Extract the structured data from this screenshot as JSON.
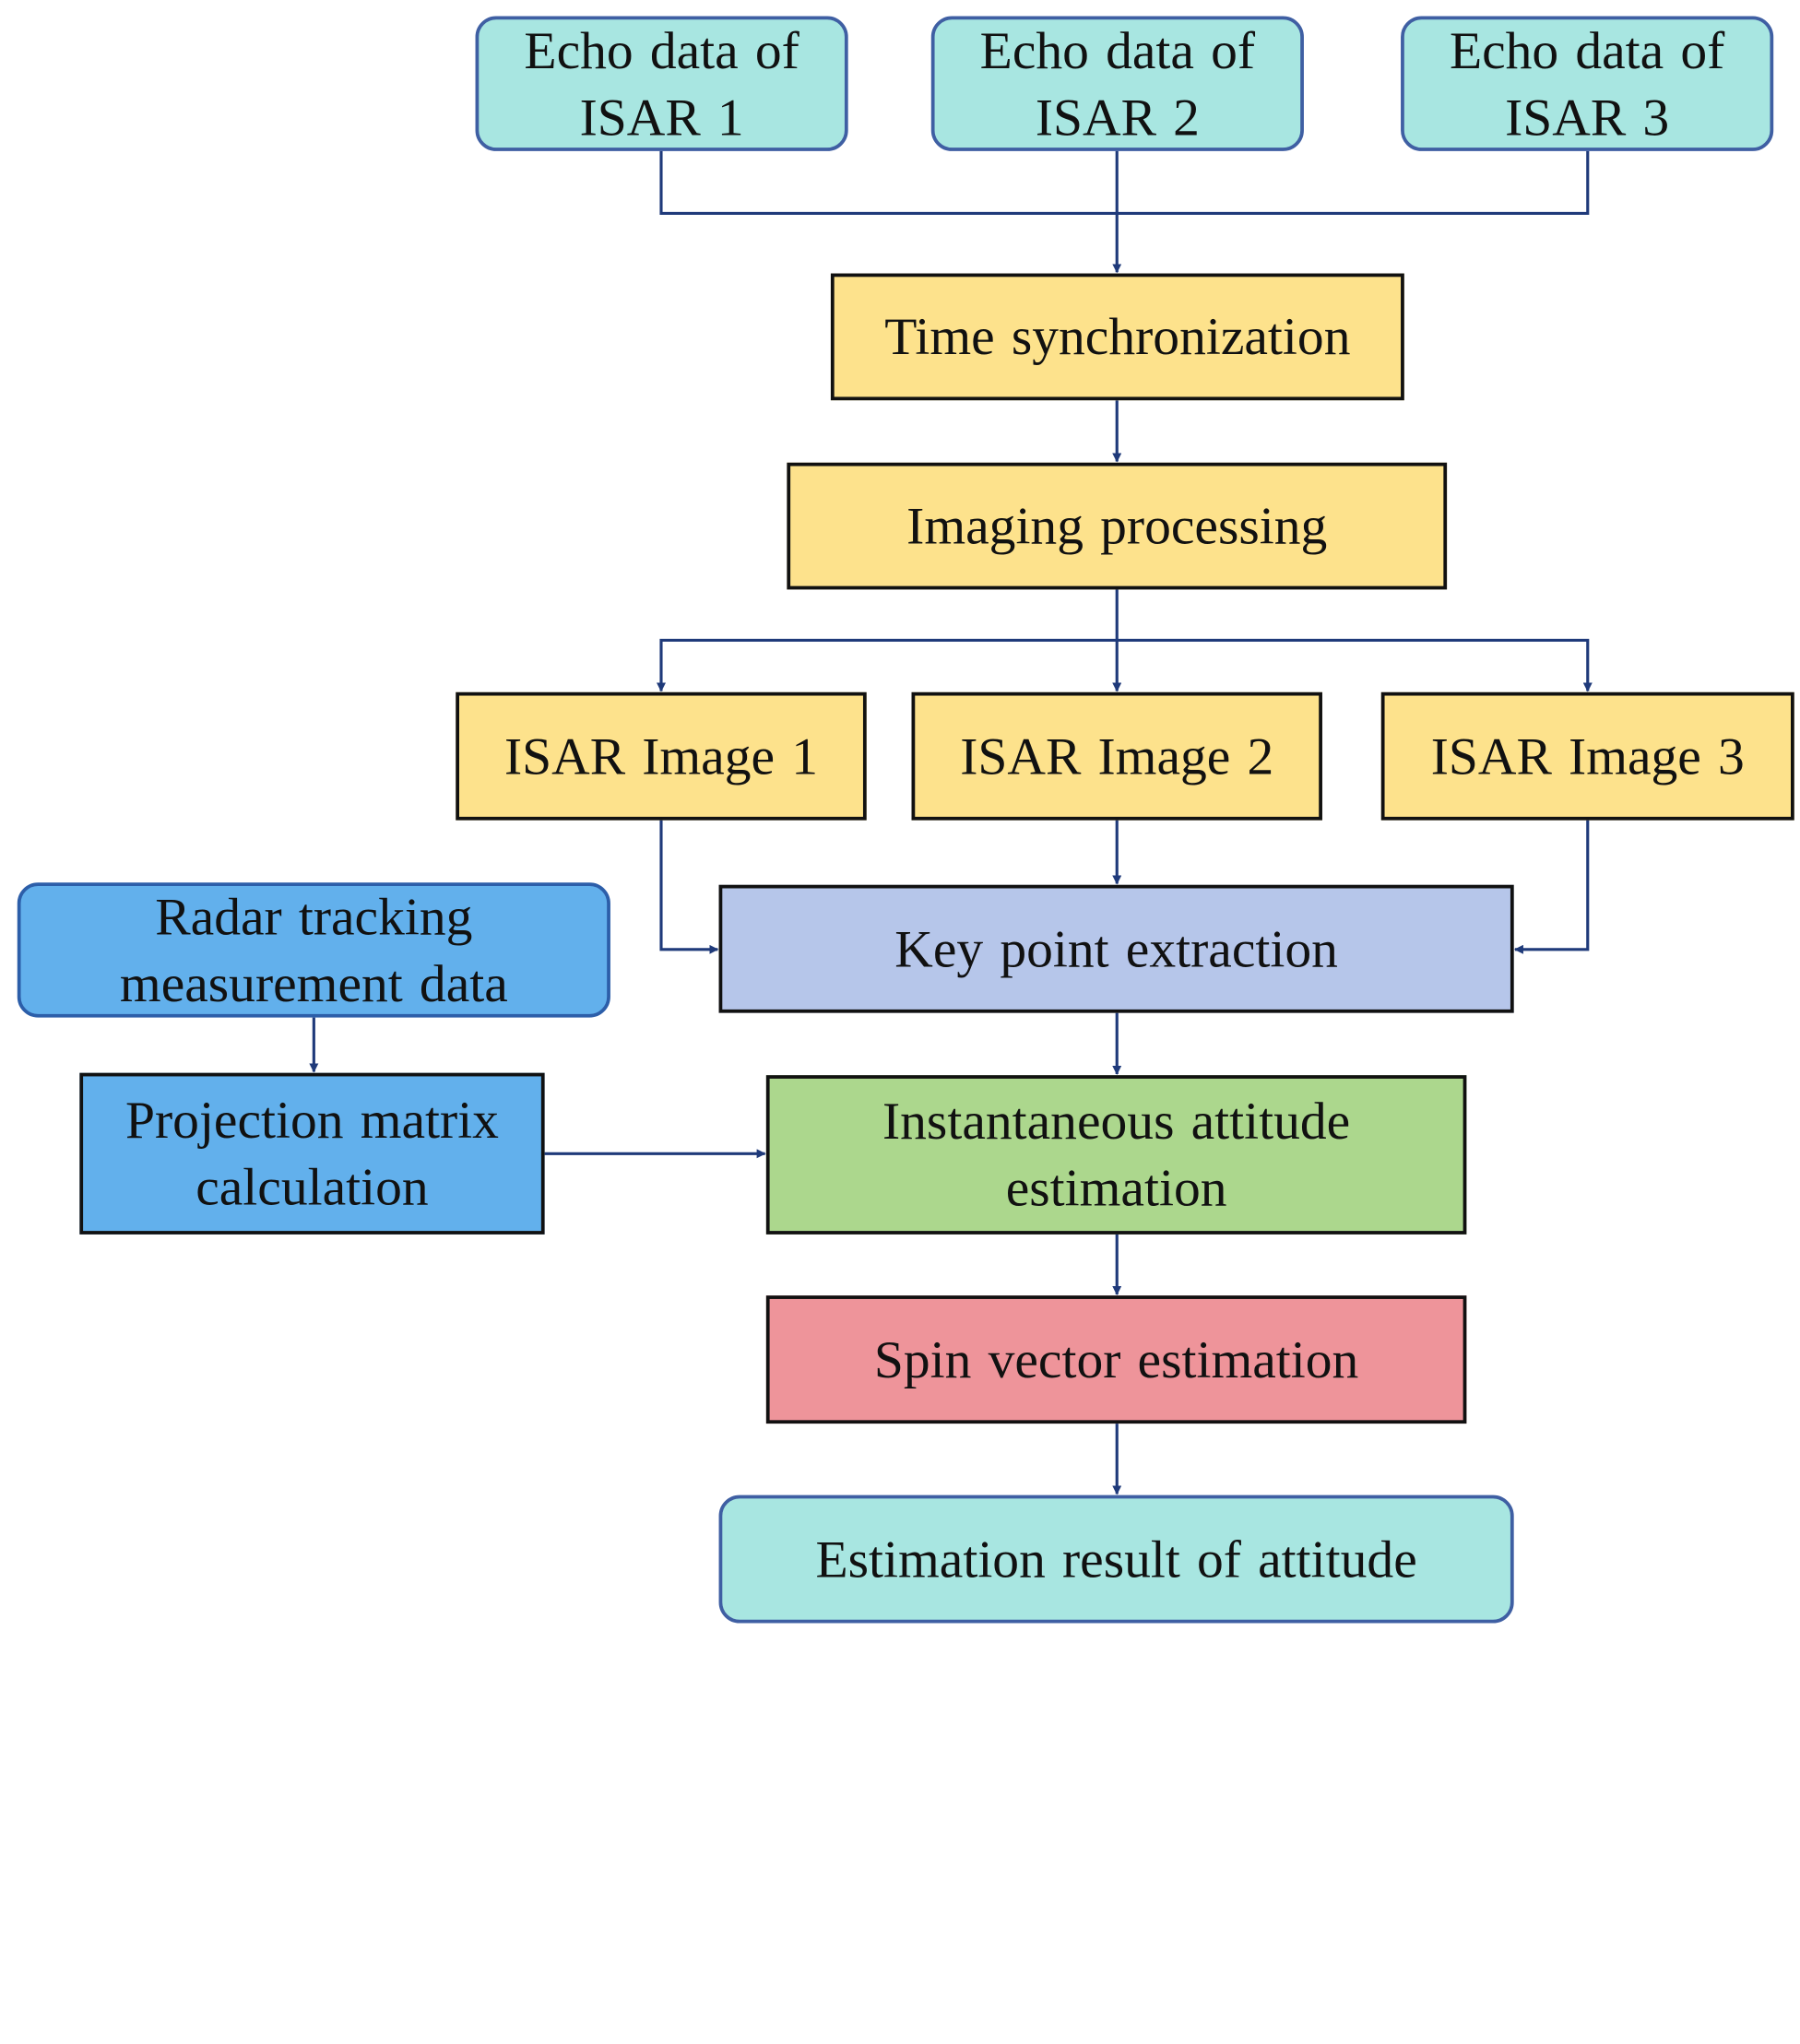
{
  "colors": {
    "echo": "#a8e6e1",
    "process": "#fde28c",
    "keypoint": "#b6c6ea",
    "radar": "#62b0ec",
    "attitude": "#acd78d",
    "spin": "#ee949a",
    "result": "#a8e6e1",
    "connector": "#1f3a7a"
  },
  "nodes": {
    "echo1": {
      "lines": [
        "Echo data of",
        "ISAR 1"
      ]
    },
    "echo2": {
      "lines": [
        "Echo data of",
        "ISAR 2"
      ]
    },
    "echo3": {
      "lines": [
        "Echo data of",
        "ISAR 3"
      ]
    },
    "time_sync": {
      "label": "Time synchronization"
    },
    "imaging": {
      "label": "Imaging processing"
    },
    "image1": {
      "label": "ISAR Image 1"
    },
    "image2": {
      "label": "ISAR Image 2"
    },
    "image3": {
      "label": "ISAR Image 3"
    },
    "radar": {
      "lines": [
        "Radar tracking",
        "measurement data"
      ]
    },
    "projection": {
      "lines": [
        "Projection matrix",
        "calculation"
      ]
    },
    "keypoint": {
      "label": "Key point extraction"
    },
    "attitude": {
      "lines": [
        "Instantaneous attitude",
        "estimation"
      ]
    },
    "spin": {
      "label": "Spin vector estimation"
    },
    "result": {
      "label": "Estimation result of attitude"
    }
  }
}
